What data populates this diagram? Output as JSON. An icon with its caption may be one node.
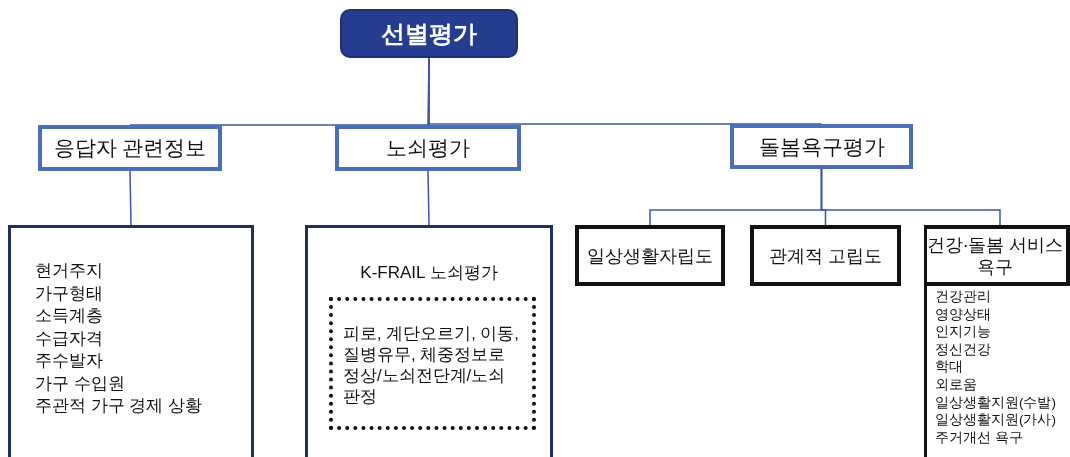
{
  "diagram": {
    "nodes": [
      {
        "text": [
          "선별평가"
        ]
      },
      {
        "text": [
          "응답자 관련정보"
        ]
      },
      {
        "text": [
          "노쇠평가"
        ]
      },
      {
        "text": [
          "돌봄욕구평가"
        ]
      },
      {
        "text": [
          "현거주지",
          "가구형태",
          "소득계층",
          "수급자격",
          "주수발자",
          "가구 수입원",
          "주관적 가구 경제 상황"
        ]
      },
      {
        "text": [
          "K-FRAIL 노쇠평가"
        ]
      },
      {
        "text": [
          "피로, 계단오르기, 이동, 질병유무, 체중정보로 정상/노쇠전단계/노쇠 판정"
        ],
        "in": 5
      },
      {
        "text": [
          "일상생활자립도"
        ]
      },
      {
        "text": [
          "관계적 고립도"
        ]
      },
      {
        "text": [
          "건강·돌봄 서비스 욕구",
          "건강관리",
          "영양상태",
          "인지기능",
          "정신건강",
          "학대",
          "외로움",
          "일상생활지원(수발)",
          "일상생활지원(가사)",
          "주거개선 욕구"
        ]
      }
    ],
    "edges": [
      {
        "from": 0,
        "to": 1,
        "arrow": "none"
      },
      {
        "from": 0,
        "to": 2,
        "arrow": "none"
      },
      {
        "from": 0,
        "to": 3,
        "arrow": "none"
      },
      {
        "from": 1,
        "to": 4,
        "arrow": "none"
      },
      {
        "from": 2,
        "to": 5,
        "arrow": "none"
      },
      {
        "from": 3,
        "to": 7,
        "arrow": "none"
      },
      {
        "from": 3,
        "to": 8,
        "arrow": "none"
      },
      {
        "from": 3,
        "to": 9,
        "arrow": "none"
      }
    ]
  }
}
